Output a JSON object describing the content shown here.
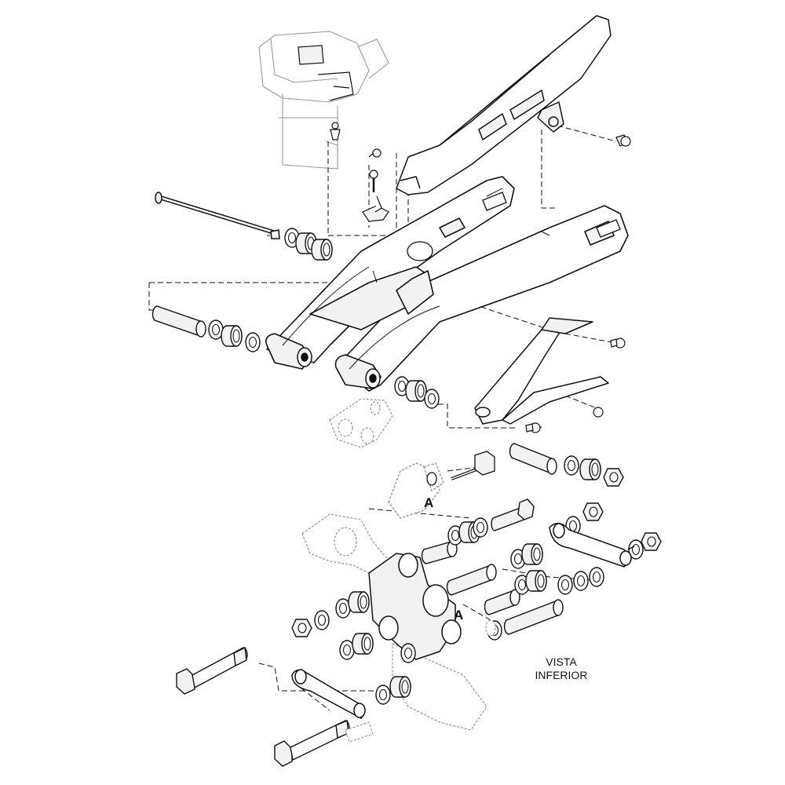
{
  "diagram": {
    "view_label_line1": "VISTA",
    "view_label_line2": "INFERIOR",
    "callout_upper": "A",
    "callout_lower": "A"
  },
  "colors": {
    "ink": "#111111",
    "ghost_ink": "#9a9a9a",
    "fill_light": "#f2f2f2",
    "paper": "#ffffff"
  }
}
